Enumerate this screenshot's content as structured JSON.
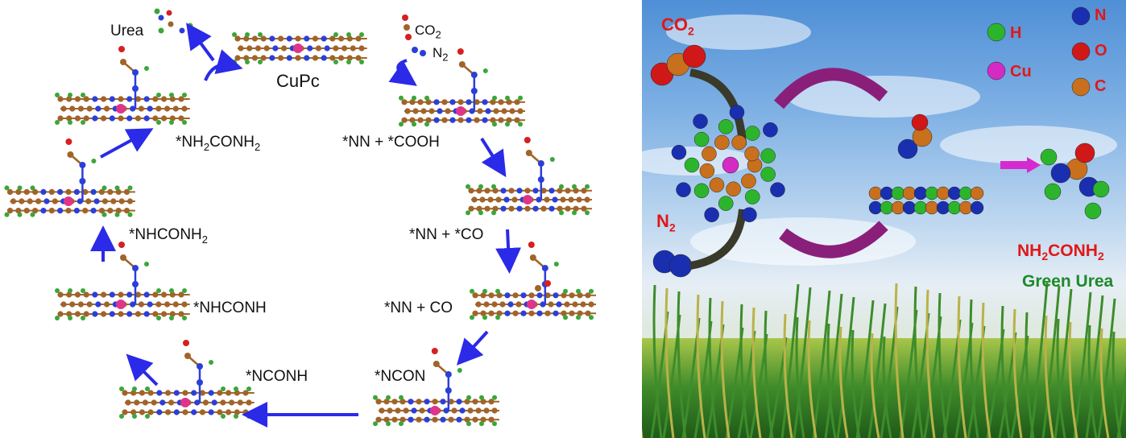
{
  "left_panel": {
    "title": "CuPc",
    "reactant_labels": {
      "urea": "Urea",
      "co2": [
        "CO",
        "2"
      ],
      "n2": [
        "N",
        "2"
      ]
    },
    "steps": [
      {
        "parts": [
          "*NN + *COOH"
        ]
      },
      {
        "parts": [
          "*NN + *CO"
        ]
      },
      {
        "parts": [
          "*NN + CO"
        ]
      },
      {
        "parts": [
          "*NCON"
        ]
      },
      {
        "parts": [
          "*NCONH"
        ]
      },
      {
        "parts": [
          "*NHCONH"
        ]
      },
      {
        "parts": [
          "*NHCONH",
          "2",
          ""
        ]
      },
      {
        "parts": [
          "*NH",
          "2",
          "CONH",
          "2"
        ]
      }
    ],
    "arrow_color": "#2a2ae8",
    "atom_colors": {
      "C": "#a0642a",
      "N": "#2b3fd8",
      "H": "#3aa63a",
      "Cu": "#e0348a",
      "O": "#d62020"
    }
  },
  "right_panel": {
    "co2": [
      "CO",
      "2"
    ],
    "n2": [
      "N",
      "2"
    ],
    "legend": [
      {
        "label": "H",
        "color": "#2cb52c"
      },
      {
        "label": "Cu",
        "color": "#d42bc4"
      },
      {
        "label": "N",
        "color": "#1a2fb0"
      },
      {
        "label": "O",
        "color": "#d01818"
      },
      {
        "label": "C",
        "color": "#c8701e"
      }
    ],
    "product": [
      "NH",
      "2",
      "CONH",
      "2"
    ],
    "caption": "Green Urea"
  }
}
